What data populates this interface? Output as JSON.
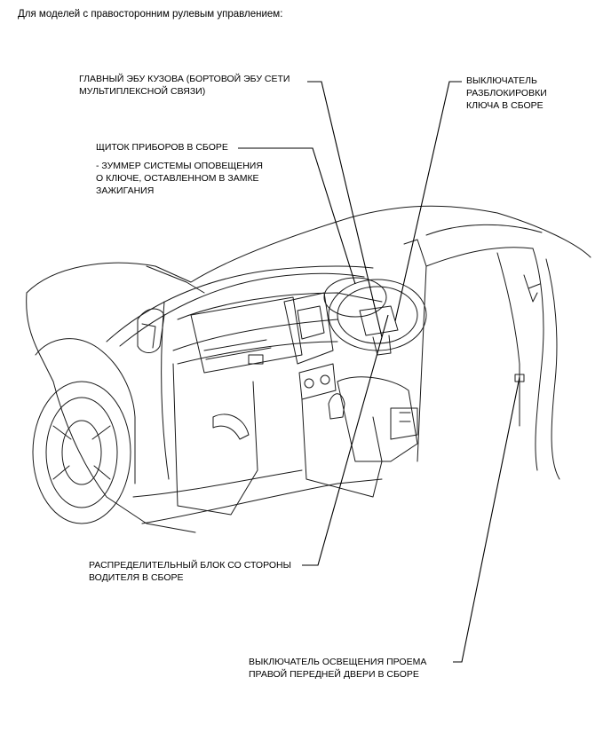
{
  "heading": "Для моделей с правосторонним рулевым управлением:",
  "labels": {
    "main_ecu": "ГЛАВНЫЙ ЭБУ КУЗОВА (БОРТОВОЙ ЭБУ СЕТИ\nМУЛЬТИПЛЕКСНОЙ СВЯЗИ)",
    "unlock_switch": "ВЫКЛЮЧАТЕЛЬ\nРАЗБЛОКИРОВКИ\nКЛЮЧА В СБОРЕ",
    "meter": "ЩИТОК ПРИБОРОВ В СБОРЕ",
    "buzzer": "- ЗУММЕР СИСТЕМЫ ОПОВЕЩЕНИЯ\nО КЛЮЧЕ, ОСТАВЛЕННОМ В ЗАМКЕ\nЗАЖИГАНИЯ",
    "junction_block": "РАСПРЕДЕЛИТЕЛЬНЫЙ БЛОК СО СТОРОНЫ\nВОДИТЕЛЯ В СБОРЕ",
    "door_light_switch": "ВЫКЛЮЧАТЕЛЬ ОСВЕЩЕНИЯ ПРОЕМА\nПРАВОЙ ПЕРЕДНЕЙ ДВЕРИ В СБОРЕ"
  }
}
